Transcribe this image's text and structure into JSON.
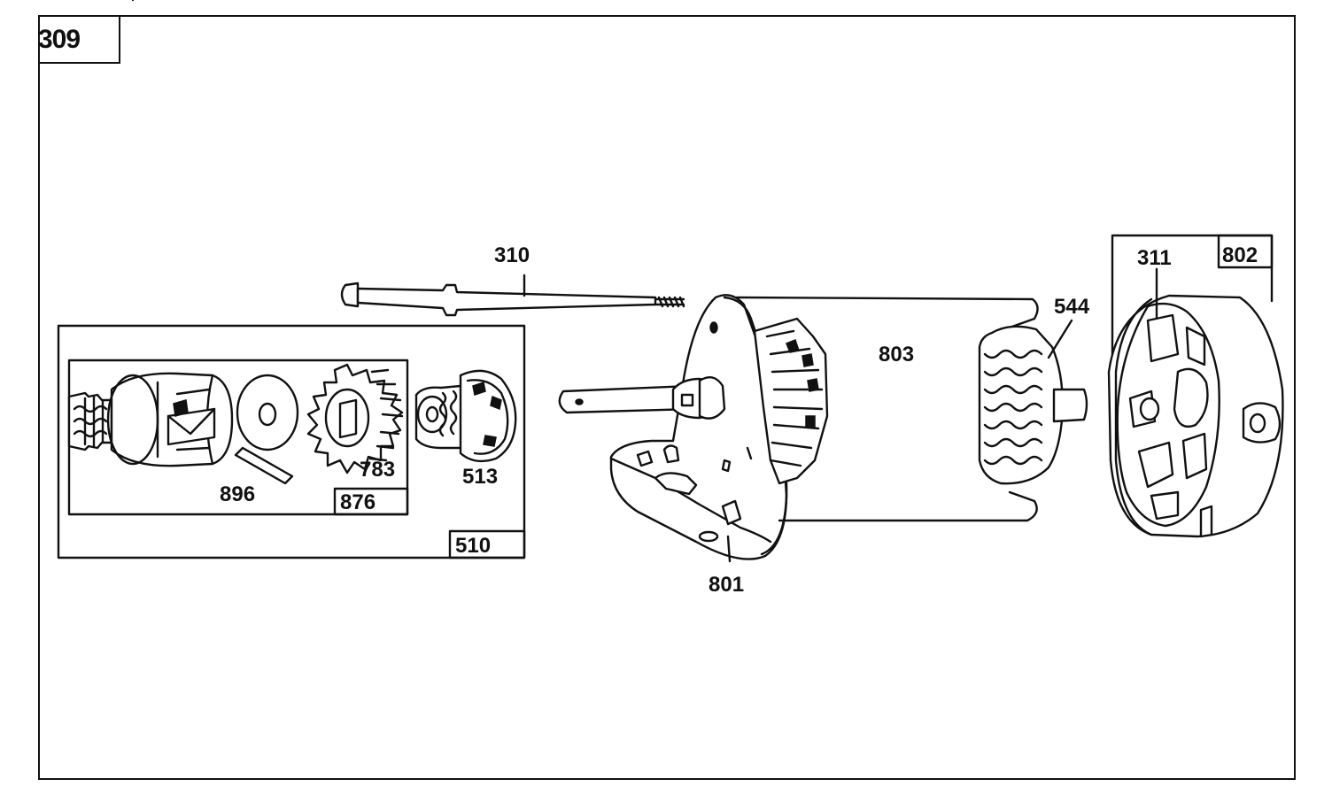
{
  "figure": {
    "number": "309"
  },
  "callouts": {
    "bolt": "310",
    "brush": "311",
    "end_cap": "802",
    "armature": "544",
    "housing": "803",
    "drive_end": "801",
    "drive_assembly_kit": "510",
    "nut_assembly": "513",
    "drive_subassembly": "876",
    "pinion_gear": "783",
    "roll_pin": "896"
  }
}
